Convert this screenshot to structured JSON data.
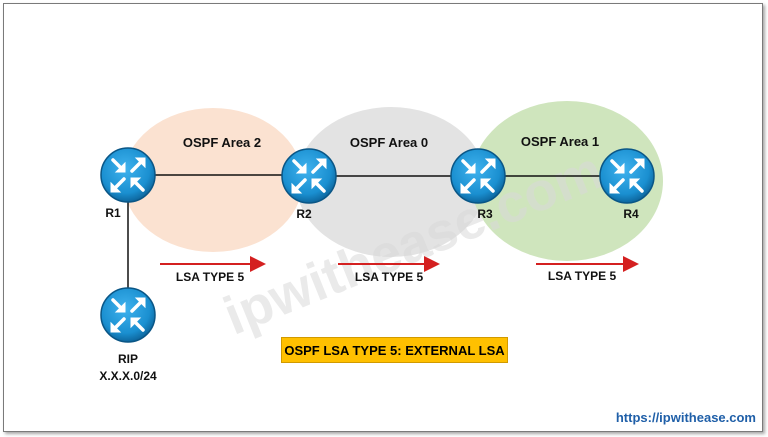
{
  "areas": [
    {
      "label": "OSPF Area 2",
      "color": "#fbe2d1"
    },
    {
      "label": "OSPF Area 0",
      "color": "#e3e3e3"
    },
    {
      "label": "OSPF Area 1",
      "color": "#cfe5bd"
    }
  ],
  "routers": [
    {
      "label": "R1"
    },
    {
      "label": "R2"
    },
    {
      "label": "R3"
    },
    {
      "label": "R4"
    },
    {
      "label": "RIP"
    }
  ],
  "rip_network": "X.X.X.0/24",
  "lsa_labels": [
    "LSA TYPE 5",
    "LSA TYPE 5",
    "LSA TYPE 5"
  ],
  "title": "OSPF LSA TYPE 5: EXTERNAL LSA",
  "watermark": "ipwithease.com",
  "site_url": "https://ipwithease.com",
  "colors": {
    "router_fill": "#1a8fd0",
    "router_dark": "#0b5f95",
    "arrow": "#d42020",
    "title_bg": "#ffc000"
  }
}
